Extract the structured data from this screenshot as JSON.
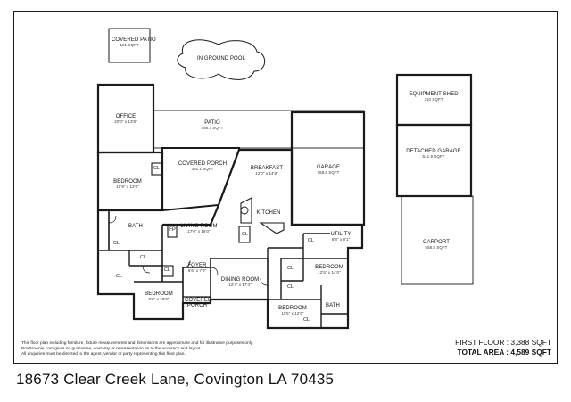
{
  "rooms": {
    "covered_patio_top": {
      "name": "COVERED PATIO",
      "size": "121 SQFT"
    },
    "pool": {
      "name": "IN GROUND POOL"
    },
    "equipment_shed": {
      "name": "EQUIPMENT SHED",
      "size": "310 SQFT"
    },
    "detached_garage": {
      "name": "DETACHED GARAGE",
      "size": "541.9 SQFT"
    },
    "carport": {
      "name": "CARPORT",
      "size": "558.8 SQFT"
    },
    "office": {
      "name": "OFFICE",
      "size": "20'0\" x 13'8\""
    },
    "patio": {
      "name": "PATIO",
      "size": "458.7 SQFT"
    },
    "covered_porch": {
      "name": "COVERED PORCH",
      "size": "361.1 SQFT"
    },
    "breakfast": {
      "name": "BREAKFAST",
      "size": "12'0\" x 14'9\""
    },
    "garage": {
      "name": "GARAGE",
      "size": "768.8 SQFT"
    },
    "bedroom_left": {
      "name": "BEDROOM",
      "size": "18'9\" x 13'6\""
    },
    "kitchen": {
      "name": "KITCHEN"
    },
    "bath_left": {
      "name": "BATH"
    },
    "living_room": {
      "name": "LIVING ROOM",
      "size": "17'0\" x 16'0\""
    },
    "fp": {
      "name": "FP"
    },
    "utility": {
      "name": "UTILITY",
      "size": "8'8\" x 8'1\""
    },
    "foyer": {
      "name": "FOYER",
      "size": "6'6\" x 7'8\""
    },
    "dining_room": {
      "name": "DINING ROOM",
      "size": "12'4\" x 17'4\""
    },
    "bedroom_right_top": {
      "name": "BEDROOM",
      "size": "12'5\" x 14'0\""
    },
    "bedroom_bottom_left": {
      "name": "BEDROOM",
      "size": "9'2\" x 13'3\""
    },
    "covered_porch_front": {
      "name": "COVERED PORCH"
    },
    "bedroom_right_bottom": {
      "name": "BEDROOM",
      "size": "11'5\" x 12'6\""
    },
    "bath_right": {
      "name": "BATH"
    }
  },
  "closet_label": "CL",
  "disclaimer": [
    "This floor plan including furniture, fixture measurements and dimensions are approximate and for illustrative purposes only.",
    "BoxBrownie.com gives no guarantee, warranty or representation as to the accuracy and layout.",
    "All enquiries must be directed to the agent, vendor or party representing this floor plan."
  ],
  "totals": {
    "first_floor": "FIRST FLOOR : 3,388 SQFT",
    "total_area": "TOTAL AREA : 4,589 SQFT"
  },
  "address": "18673 Clear Creek Lane, Covington LA 70435"
}
